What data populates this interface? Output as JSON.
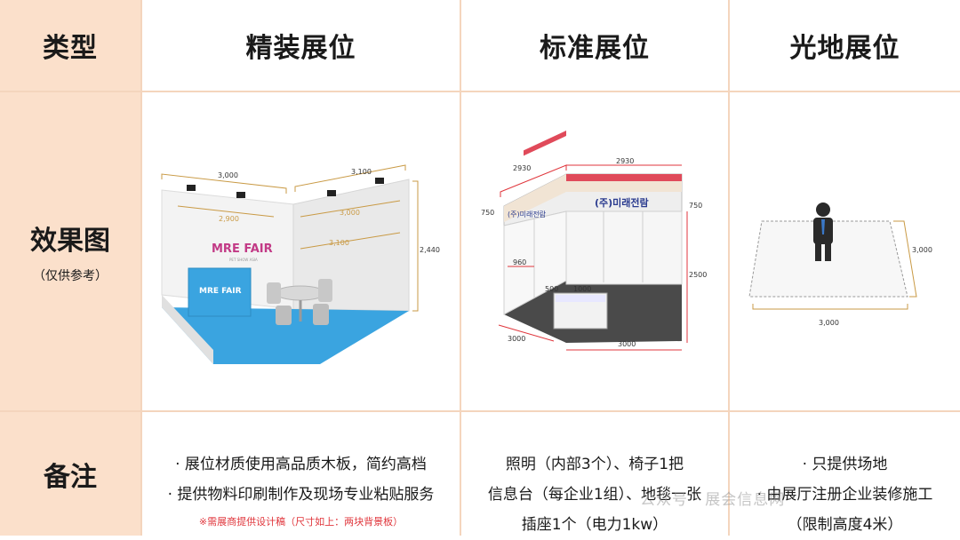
{
  "header": {
    "type_label": "类型",
    "col1": "精装展位",
    "col2": "标准展位",
    "col3": "光地展位"
  },
  "row_effect": {
    "label": "效果图",
    "sublabel": "（仅供参考）",
    "deluxe": {
      "dims": [
        "3,000",
        "3,100",
        "2,900",
        "3,000",
        "3,100",
        "2,440"
      ],
      "logo_text": "MRE FAIR",
      "logo_sub": "PET SHOW ASIA",
      "counter_text": "MRE FAIR"
    },
    "standard": {
      "dims": [
        "2930",
        "2930",
        "750",
        "750",
        "960",
        "2500",
        "500",
        "1000",
        "3000",
        "3000"
      ],
      "fascia_left": "(주)미래전람",
      "fascia_right": "(주)미래전람"
    },
    "raw": {
      "dims": [
        "3,000",
        "3,000"
      ]
    }
  },
  "row_notes": {
    "label": "备注",
    "deluxe_lines": [
      "· 展位材质使用高品质木板，简约高档",
      "· 提供物料印刷制作及现场专业粘贴服务"
    ],
    "deluxe_red": "※需展商提供设计稿（尺寸如上：两块背景板）",
    "standard_lines": [
      "照明（内部3个）、椅子1把",
      "信息台（每企业1组）、地毯一张",
      "插座1个（电力1kw）"
    ],
    "raw_lines": [
      "· 只提供场地",
      "· 由展厅注册企业装修施工",
      "（限制高度4米）"
    ]
  },
  "watermark": "公众号 · 展会信息网",
  "colors": {
    "header_bg": "#fbe0cb",
    "border": "#f4d5bd",
    "carpet_blue": "#3aa4e0",
    "fascia_red": "#e04a5a",
    "note_red": "#e0363c"
  }
}
